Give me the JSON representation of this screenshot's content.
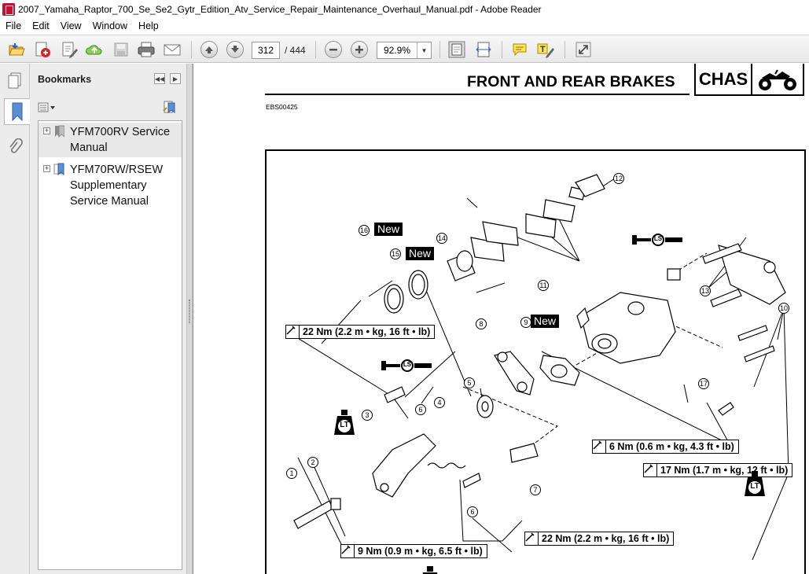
{
  "window": {
    "title": "2007_Yamaha_Raptor_700_Se_Se2_Gytr_Edition_Atv_Service_Repair_Maintenance_Overhaul_Manual.pdf - Adobe Reader"
  },
  "menu": {
    "items": [
      "File",
      "Edit",
      "View",
      "Window",
      "Help"
    ]
  },
  "toolbar": {
    "page_number": "312",
    "page_total": "/ 444",
    "zoom": "92.9%"
  },
  "bookmarks": {
    "header": "Bookmarks",
    "items": [
      {
        "label": "YFM700RV Service Manual"
      },
      {
        "label": "YFM70RW/RSEW Supplementary Service Manual"
      }
    ]
  },
  "document": {
    "heading": "FRONT AND REAR BRAKES",
    "section_tag": "CHAS",
    "code": "EBS00425",
    "new_label": "New",
    "lt_label": "LT",
    "ls_label": "LS",
    "torques": {
      "t1": "22 Nm (2.2 m • kg, 16 ft • lb)",
      "t2": "6 Nm (0.6 m • kg, 4.3 ft • lb)",
      "t3": "17 Nm (1.7 m • kg, 12 ft • lb)",
      "t4": "22 Nm (2.2 m • kg, 16 ft • lb)",
      "t5": "9 Nm (0.9 m • kg, 6.5 ft • lb)"
    },
    "callouts": [
      "1",
      "2",
      "3",
      "4",
      "5",
      "6",
      "6",
      "7",
      "8",
      "9",
      "10",
      "11",
      "12",
      "13",
      "14",
      "15",
      "16",
      "17"
    ]
  },
  "icons": {
    "open": "folder-open-icon",
    "create": "create-pdf-icon",
    "edit": "edit-icon",
    "upload": "cloud-upload-icon",
    "save": "save-icon",
    "print": "printer-icon",
    "email": "envelope-icon"
  }
}
